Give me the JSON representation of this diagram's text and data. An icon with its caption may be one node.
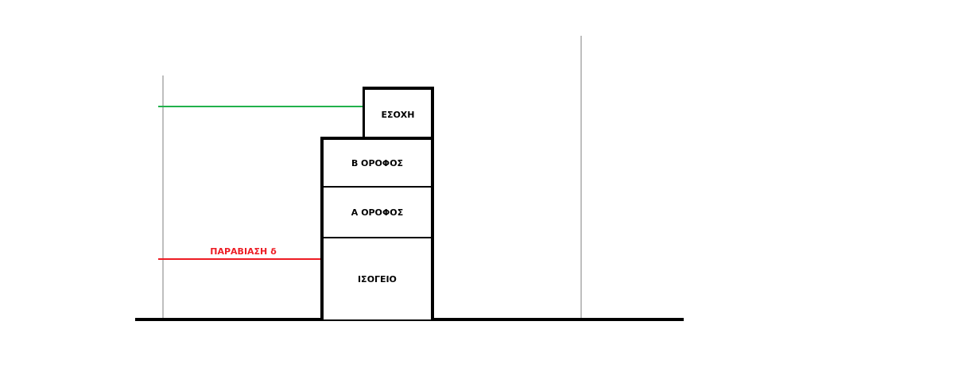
{
  "diagram": {
    "nodes": [
      {
        "text": [
          "ΕΣΟΧΗ"
        ]
      },
      {
        "text": [
          "Β ΟΡΟΦΟΣ"
        ]
      },
      {
        "text": [
          "Α ΟΡΟΦΟΣ"
        ]
      },
      {
        "text": [
          "ΙΣΟΓΕΙΟ"
        ]
      }
    ],
    "edges": [
      {
        "from": null,
        "to": 0,
        "arrow": "none",
        "color": "#22b14c"
      },
      {
        "from": null,
        "to": 3,
        "arrow": "none",
        "color": "#ed1c24",
        "label": "ΠΑΡΑΒΙΑΣΗ δ"
      }
    ]
  }
}
